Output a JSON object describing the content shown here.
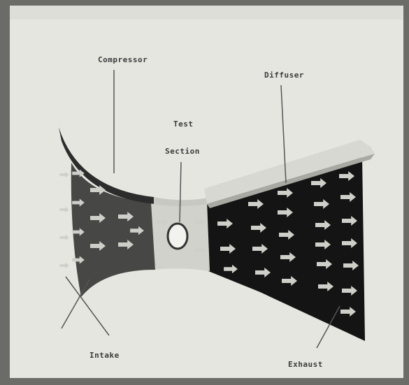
{
  "labels": {
    "compressor": "Compressor",
    "test_section_line1": "Test",
    "test_section_line2": "Section",
    "diffuser": "Diffuser",
    "intake": "Intake",
    "exhaust": "Exhaust"
  },
  "colors": {
    "paper": "#e6e6e1",
    "frame_border": "#6b6b68",
    "compressor_fill": "#474745",
    "diffuser_fill": "#141414",
    "test_section_fill": "#d2d2cc",
    "wall_top": "#2c2c2c",
    "wall_lip": "#d8d8d2",
    "arrow": "#cfcfca",
    "leader_line": "#555555"
  }
}
